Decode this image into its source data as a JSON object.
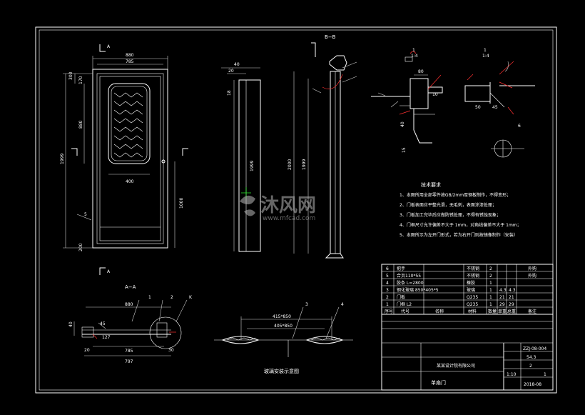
{
  "drawing": {
    "door_front": {
      "dims_top": [
        "880",
        "785"
      ],
      "dims_left": [
        "300",
        "170",
        "880",
        "1999"
      ],
      "dims_right": [
        "1000"
      ],
      "dim_window_width": "400",
      "dim_bottom_left": [
        "5",
        "200"
      ],
      "section_mark_a": "A"
    },
    "door_side": {
      "dims": [
        "40",
        "20",
        "18",
        "1999"
      ]
    },
    "door_section_bb": {
      "title": "B−B",
      "dims": [
        "2000",
        "1999"
      ]
    },
    "details": {
      "scale_1": "1:4",
      "scale_2": "1:4",
      "dims_detail_1": [
        "80",
        "10",
        "40",
        "15"
      ],
      "dims_detail_2": [
        "50",
        "45",
        "6"
      ]
    },
    "section_aa": {
      "title": "A−A",
      "dims": [
        "880",
        "785",
        "797",
        "45",
        "127",
        "20",
        "40",
        "30"
      ],
      "callouts": [
        "1",
        "2",
        "K"
      ]
    },
    "glass_section": {
      "dims": [
        "415*850",
        "405*850"
      ],
      "callouts": [
        "3",
        "4"
      ],
      "caption": "玻璃安装示意图"
    },
    "tech_notes": {
      "title": "技术要求",
      "lines": [
        "1、本图所用全部零件按GB/2mm厚钢板制作，不得变形；",
        "2、门板表面应平整光滑，无毛刺，表面涂漆处理；",
        "3、门板加工完毕后应做防锈处理，不得有锈蚀现象；",
        "4、门框尺寸允许偏差不大于 1mm，对角线偏差不大于 1mm；",
        "5、本图所示为左开门形式，若为右开门则按镜像制作（安装）"
      ]
    },
    "bom": {
      "rows": [
        [
          "6",
          "把手",
          "",
          "不锈钢",
          "2",
          "",
          "",
          "外购"
        ],
        [
          "5",
          "合页110*55",
          "",
          "不锈钢",
          "2",
          "",
          "",
          "外购"
        ],
        [
          "4",
          "胶条 L=2800",
          "",
          "橡胶",
          "1",
          "",
          "",
          ""
        ],
        [
          "3",
          "钢化玻璃 850*405*5",
          "",
          "玻璃",
          "1",
          "4.3",
          "4.3",
          ""
        ],
        [
          "2",
          "门板",
          "",
          "Q235",
          "1",
          "21",
          "21",
          ""
        ],
        [
          "1",
          "门框 L2",
          "",
          "Q235",
          "1",
          "29",
          "29",
          ""
        ]
      ],
      "header": [
        "序号",
        "代号",
        "名称",
        "材料",
        "数量",
        "单重",
        "总重",
        "备注"
      ]
    },
    "title_block": {
      "company": "某某设计院有限公司",
      "drawing_title": "单扇门",
      "drawing_no": "ZZJ-08-004",
      "weight": "54.3",
      "scale": "1:10",
      "sheet": "1",
      "date": "2018-08",
      "count": "2"
    },
    "watermark": {
      "brand": "沐风网",
      "url": "www.mfcad.com"
    }
  }
}
